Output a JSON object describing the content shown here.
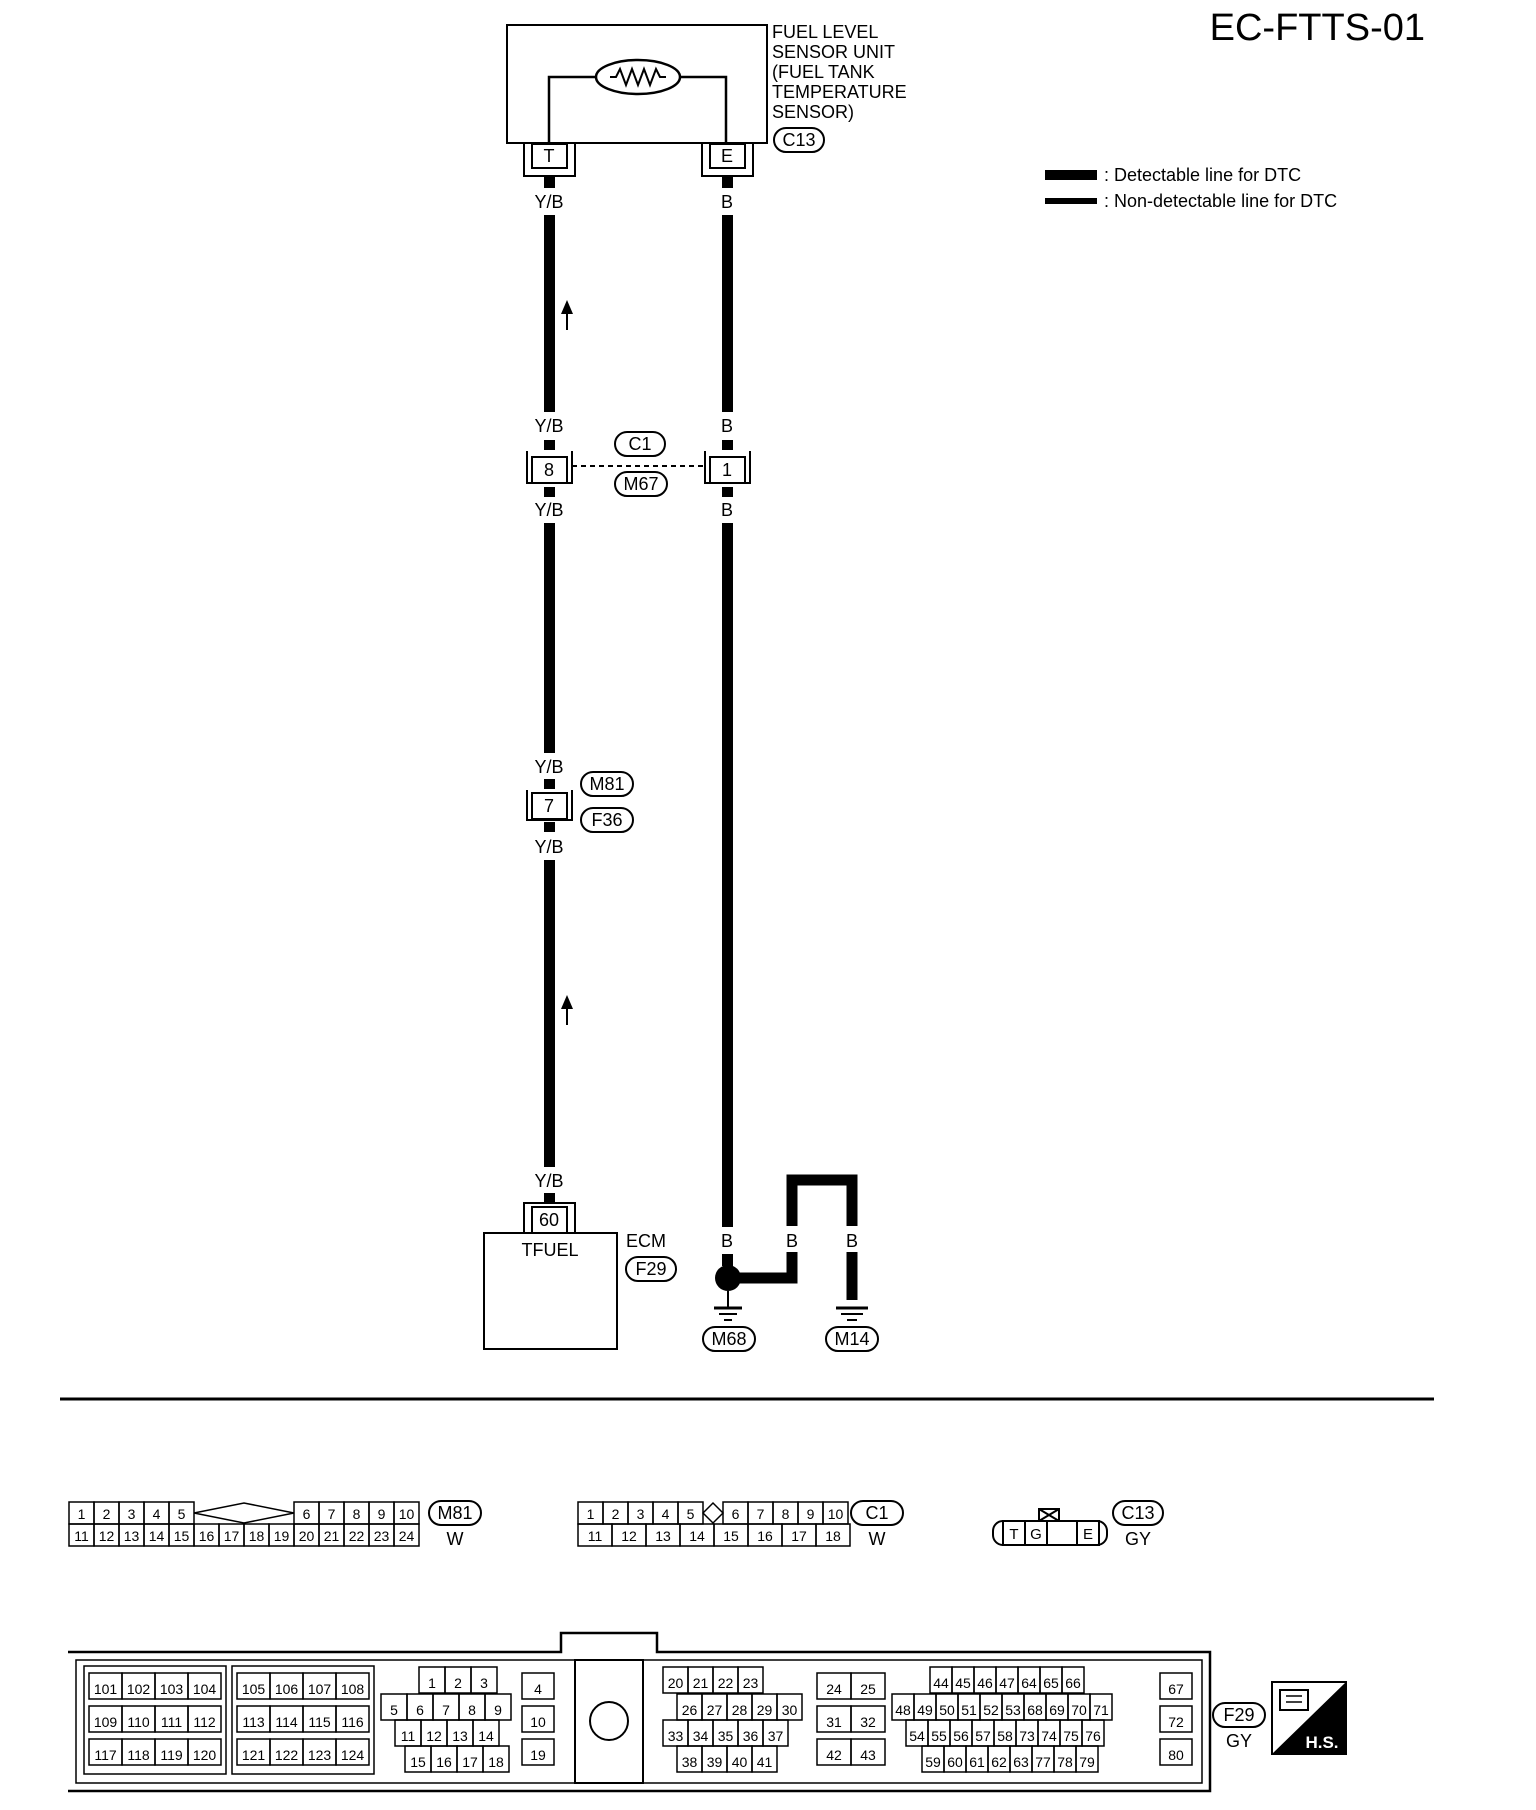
{
  "page_code": "EC-FTTS-01",
  "legend": {
    "detectable": ": Detectable line for DTC",
    "non_detectable": ": Non-detectable line for DTC"
  },
  "sensor_unit": {
    "label_lines": [
      "FUEL LEVEL",
      "SENSOR UNIT",
      "(FUEL TANK",
      "TEMPERATURE",
      "SENSOR)"
    ],
    "connector": "C13",
    "terminal_t": "T",
    "terminal_e": "E"
  },
  "wires": {
    "left_color": "Y/B",
    "right_color": "B"
  },
  "joint_c1_m67": {
    "connector_top": "C1",
    "connector_bottom": "M67",
    "left_pin": "8",
    "right_pin": "1"
  },
  "joint_m81_f36": {
    "connector_top": "M81",
    "connector_bottom": "F36",
    "pin": "7"
  },
  "ecm": {
    "label": "ECM",
    "connector": "F29",
    "pin": "60",
    "terminal_name": "TFUEL"
  },
  "grounds": {
    "ground_1": "M68",
    "ground_2": "M14"
  },
  "connector_views": {
    "m81": {
      "id": "M81",
      "color": "W",
      "row1_left": [
        "1",
        "2",
        "3",
        "4",
        "5"
      ],
      "row1_right": [
        "6",
        "7",
        "8",
        "9",
        "10"
      ],
      "row2": [
        "11",
        "12",
        "13",
        "14",
        "15",
        "16",
        "17",
        "18",
        "19",
        "20",
        "21",
        "22",
        "23",
        "24"
      ]
    },
    "c1": {
      "id": "C1",
      "color": "W",
      "row1_left": [
        "1",
        "2",
        "3",
        "4",
        "5"
      ],
      "row1_right": [
        "6",
        "7",
        "8",
        "9",
        "10"
      ],
      "row2": [
        "11",
        "12",
        "13",
        "14",
        "15",
        "16",
        "17",
        "18"
      ]
    },
    "c13": {
      "id": "C13",
      "color": "GY",
      "pins": [
        "T",
        "G",
        "E"
      ]
    },
    "f29": {
      "id": "F29",
      "color": "GY",
      "blockA": [
        [
          "101",
          "102",
          "103",
          "104"
        ],
        [
          "109",
          "110",
          "111",
          "112"
        ],
        [
          "117",
          "118",
          "119",
          "120"
        ]
      ],
      "blockB": [
        [
          "105",
          "106",
          "107",
          "108"
        ],
        [
          "113",
          "114",
          "115",
          "116"
        ],
        [
          "121",
          "122",
          "123",
          "124"
        ]
      ],
      "blockC": [
        [
          "1",
          "2",
          "3"
        ],
        [
          "5",
          "6",
          "7",
          "8",
          "9"
        ],
        [
          "11",
          "12",
          "13",
          "14"
        ],
        [
          "15",
          "16",
          "17",
          "18"
        ]
      ],
      "blockD": [
        "4",
        "10",
        "19"
      ],
      "blockE": [
        [
          "20",
          "21",
          "22",
          "23"
        ],
        [
          "26",
          "27",
          "28",
          "29",
          "30"
        ],
        [
          "33",
          "34",
          "35",
          "36",
          "37"
        ],
        [
          "38",
          "39",
          "40",
          "41"
        ]
      ],
      "blockF": [
        [
          "24",
          "25"
        ],
        [
          "31",
          "32"
        ],
        [
          "42",
          "43"
        ]
      ],
      "blockG": [
        [
          "44",
          "45",
          "46",
          "47",
          "64",
          "65",
          "66"
        ],
        [
          "48",
          "49",
          "50",
          "51",
          "52",
          "53",
          "68",
          "69",
          "70",
          "71"
        ],
        [
          "54",
          "55",
          "56",
          "57",
          "58",
          "73",
          "74",
          "75",
          "76"
        ],
        [
          "59",
          "60",
          "61",
          "62",
          "63",
          "77",
          "78",
          "79"
        ]
      ],
      "blockH": [
        "67",
        "72",
        "80"
      ],
      "hs_label": "H.S."
    }
  }
}
